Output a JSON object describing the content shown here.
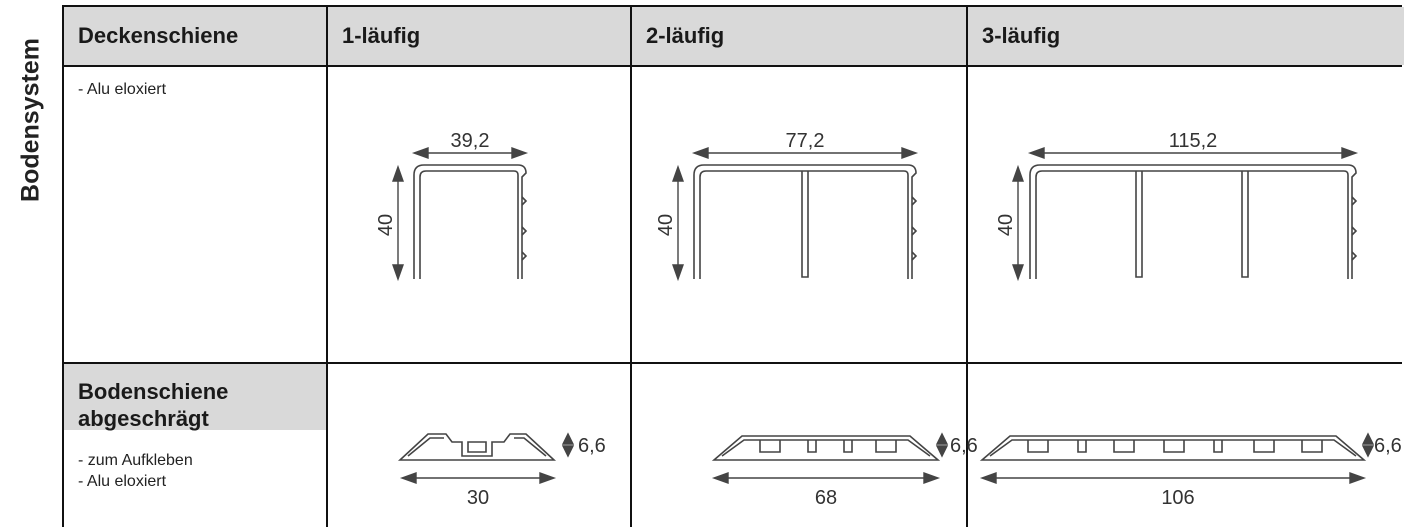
{
  "side_label": "Bodensystem",
  "header": {
    "col0": "Deckenschiene",
    "col1": "1-läufig",
    "col2": "2-läufig",
    "col3": "3-läufig"
  },
  "rows": {
    "deckenschiene": {
      "note": "- Alu eloxiert",
      "dims": [
        {
          "width": "39,2",
          "height": "40"
        },
        {
          "width": "77,2",
          "height": "40"
        },
        {
          "width": "115,2",
          "height": "40"
        }
      ]
    },
    "bodenschiene": {
      "title_line1": "Bodenschiene",
      "title_line2": "abgeschrägt",
      "note_line1": "- zum Aufkleben",
      "note_line2": "- Alu eloxiert",
      "dims": [
        {
          "width": "30",
          "height": "6,6"
        },
        {
          "width": "68",
          "height": "6,6"
        },
        {
          "width": "106",
          "height": "6,6"
        }
      ]
    }
  },
  "colors": {
    "header_fill": "#d9d9d9",
    "line": "#111111",
    "drawing": "#444444"
  }
}
